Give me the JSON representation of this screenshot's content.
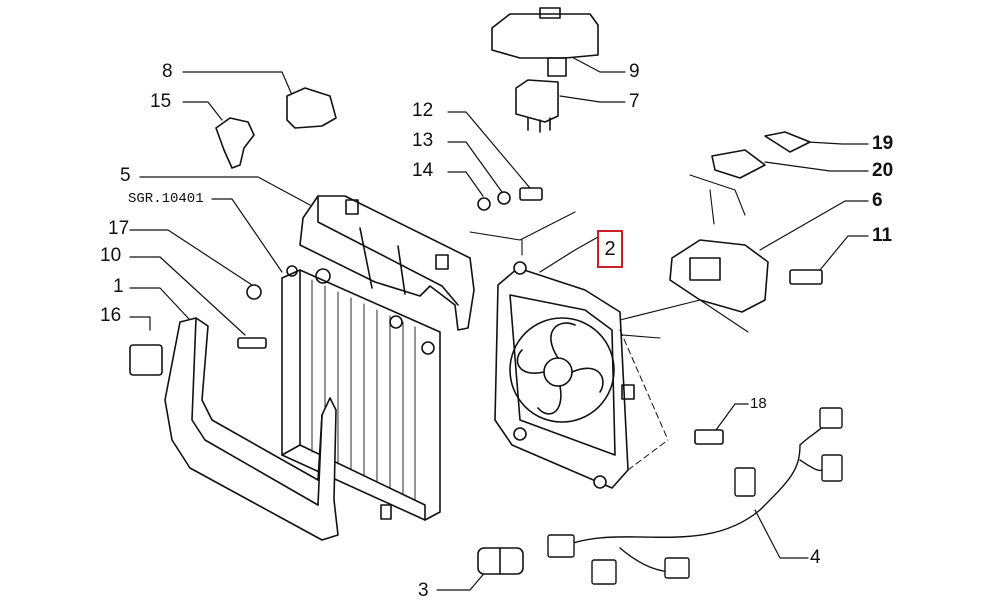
{
  "diagram": {
    "highlight_color": "#cc1f2a",
    "line_color": "#111111",
    "highlighted_label": "2",
    "callouts": {
      "c1": "1",
      "c3": "3",
      "c4": "4",
      "c5": "5",
      "c6": "6",
      "c7": "7",
      "c8": "8",
      "c9": "9",
      "c10": "10",
      "c11": "11",
      "c12": "12",
      "c13": "13",
      "c14": "14",
      "c15": "15",
      "c16": "16",
      "c17": "17",
      "c18": "18",
      "c19": "19",
      "c20": "20",
      "sgr": "SGR.10401"
    }
  }
}
